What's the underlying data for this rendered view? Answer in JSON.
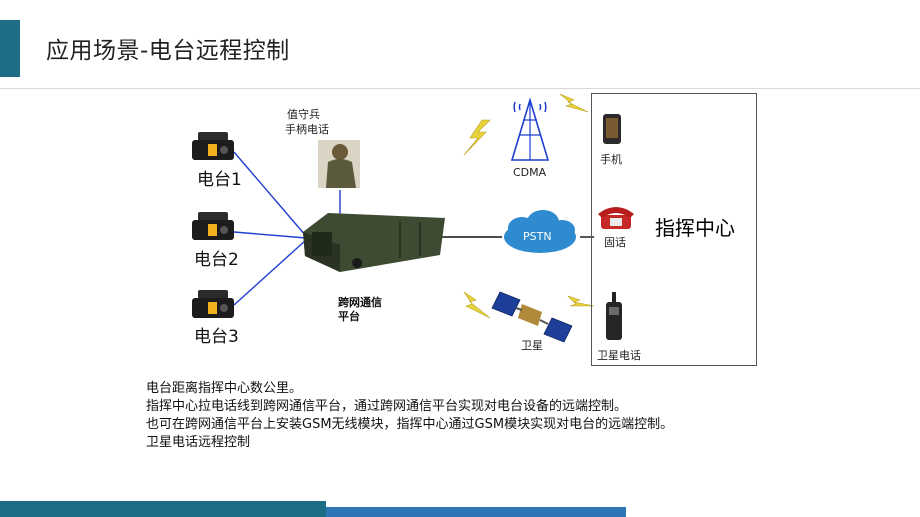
{
  "header": {
    "title": "应用场景-电台远程控制"
  },
  "radios": [
    "电台1",
    "电台2",
    "电台3"
  ],
  "guard": {
    "line1": "值守兵",
    "line2": "手柄电话"
  },
  "platform": {
    "line1": "跨网通信",
    "line2": "平台"
  },
  "network": {
    "cdma": "CDMA",
    "pstn": "PSTN",
    "satellite": "卫星"
  },
  "command_center": {
    "title": "指挥中心",
    "devices": [
      "手机",
      "固话",
      "卫星电话"
    ]
  },
  "notes": [
    "电台距离指挥中心数公里。",
    "指挥中心拉电话线到跨网通信平台，通过跨网通信平台实现对电台设备的远端控制。",
    "也可在跨网通信平台上安装GSM无线模块，指挥中心通过GSM模块实现对电台的远端控制。",
    "卫星电话远程控制"
  ],
  "colors": {
    "accent": "#1e6d86",
    "link_line": "#1f3fd0",
    "bottom_bar": "#2e75b6"
  }
}
